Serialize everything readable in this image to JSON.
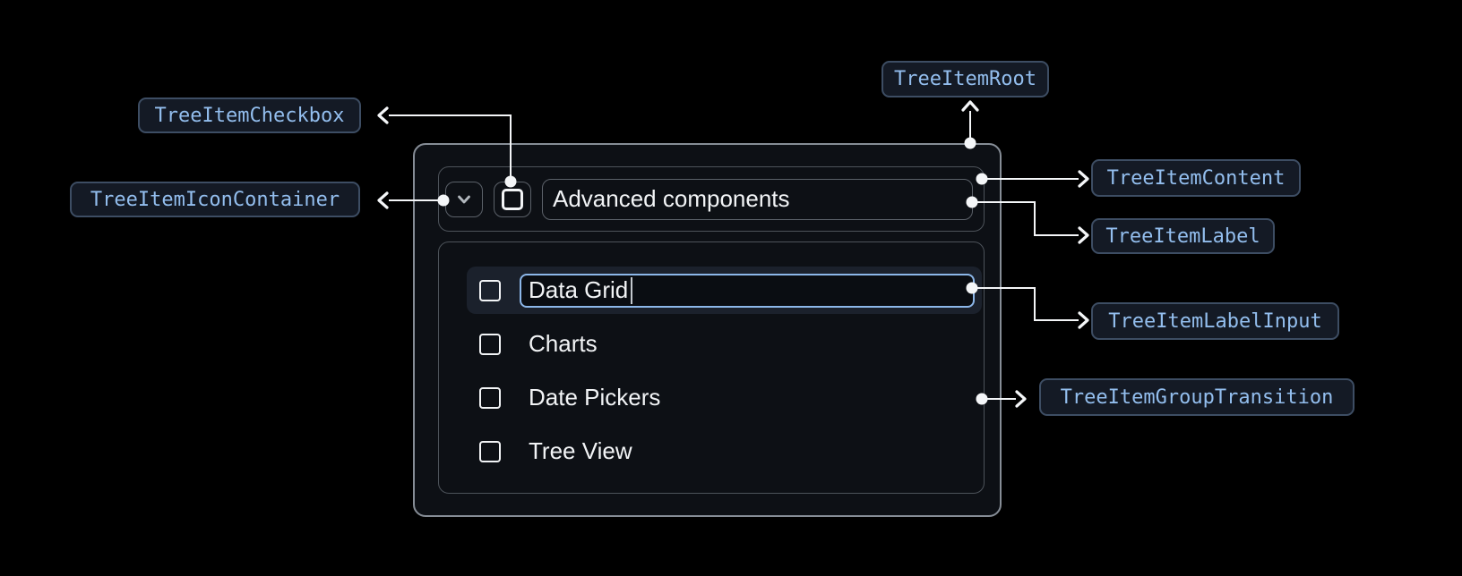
{
  "diagram": {
    "badges": {
      "checkbox": "TreeItemCheckbox",
      "icon_container": "TreeItemIconContainer",
      "root": "TreeItemRoot",
      "content": "TreeItemContent",
      "label": "TreeItemLabel",
      "label_input": "TreeItemLabelInput",
      "group_transition": "TreeItemGroupTransition"
    },
    "colors": {
      "page_background": "#000000",
      "badge_background": "#141a25",
      "badge_border": "#3d4d63",
      "badge_text": "#93beee",
      "connector": "#f4f6f8",
      "root_border": "#868d96",
      "inner_border": "#4d535a",
      "input_focus_border": "#8cb7e9",
      "selected_row_background": "#1b212c",
      "text": "#f2f4f6"
    }
  },
  "tree": {
    "parent_item": {
      "label": "Advanced components",
      "expanded": true,
      "checked": false
    },
    "editing_item": {
      "value": "Data Grid",
      "checked": false
    },
    "items": [
      {
        "label": "Charts",
        "checked": false
      },
      {
        "label": "Date Pickers",
        "checked": false
      },
      {
        "label": "Tree View",
        "checked": false
      }
    ]
  }
}
